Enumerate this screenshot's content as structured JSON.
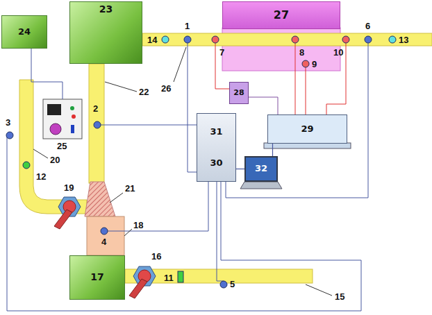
{
  "diagram": {
    "nodes": [
      {
        "text": [
          "27"
        ]
      },
      {
        "text": [
          "24"
        ]
      },
      {
        "text": [
          "23"
        ]
      },
      {
        "text": [
          "28"
        ]
      },
      {
        "text": [
          "29"
        ]
      },
      {
        "text": [
          "31",
          "30"
        ]
      },
      {
        "text": [
          "32"
        ]
      },
      {
        "text": [
          "17"
        ]
      }
    ],
    "edges": [
      {
        "from": 5,
        "to": 6,
        "arrow": "none"
      },
      {
        "from": 4,
        "to": 6,
        "arrow": "none"
      }
    ],
    "labels": [
      "14",
      "1",
      "26",
      "7",
      "8",
      "10",
      "6",
      "13",
      "9",
      "2",
      "22",
      "3",
      "12",
      "20",
      "19",
      "21",
      "4",
      "18",
      "16",
      "11",
      "5",
      "15",
      "25"
    ]
  }
}
